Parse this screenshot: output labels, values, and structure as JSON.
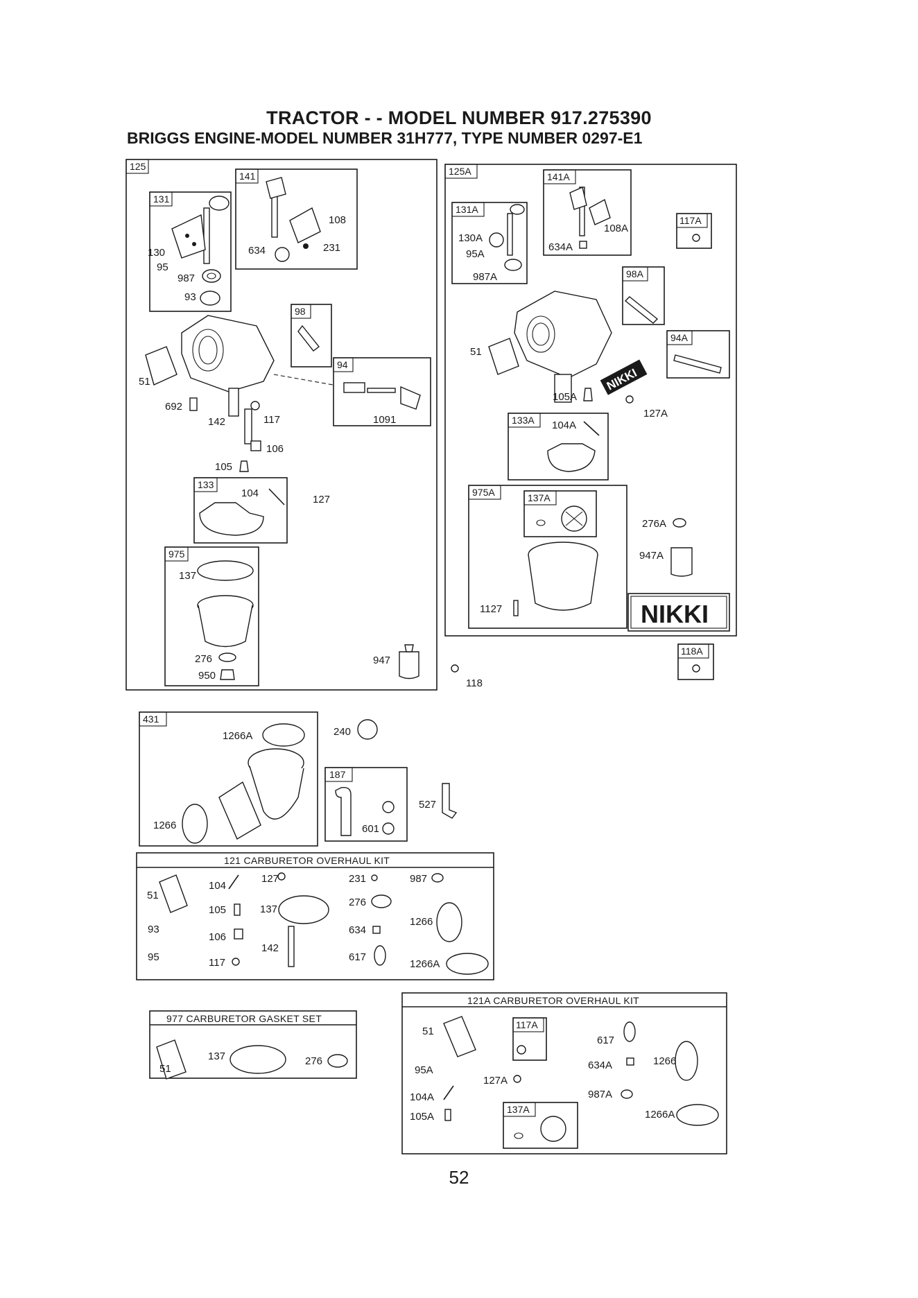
{
  "header": {
    "title": "TRACTOR - - MODEL NUMBER  917.275390",
    "subtitle": "BRIGGS ENGINE-MODEL NUMBER 31H777, TYPE NUMBER 0297-E1"
  },
  "page_number": "52",
  "assemblies": {
    "a125": {
      "tag": "125",
      "sub": {
        "t131": "131",
        "t141": "141",
        "t98": "98",
        "t94": "94",
        "t133": "133",
        "t975": "975"
      },
      "labels": {
        "p130": "130",
        "p95": "95",
        "p987": "987",
        "p93": "93",
        "p634": "634",
        "p108": "108",
        "p231": "231",
        "p51": "51",
        "p692": "692",
        "p142": "142",
        "p117": "117",
        "p106": "106",
        "p105": "105",
        "p1091": "1091",
        "p104": "104",
        "p127": "127",
        "p137": "137",
        "p276": "276",
        "p950": "950",
        "p947": "947"
      }
    },
    "a125A": {
      "tag": "125A",
      "sub": {
        "t131A": "131A",
        "t141A": "141A",
        "t117A": "117A",
        "t98A": "98A",
        "t94A": "94A",
        "t133A": "133A",
        "t975A": "975A",
        "t137A": "137A"
      },
      "labels": {
        "p130A": "130A",
        "p95A": "95A",
        "p987A": "987A",
        "p108A": "108A",
        "p634A": "634A",
        "p51": "51",
        "p105A": "105A",
        "p127A": "127A",
        "p104A": "104A",
        "p276A": "276A",
        "p947A": "947A",
        "p1127": "1127"
      },
      "stamp": "NIKKI",
      "brand": "NIKKI"
    },
    "a118A": {
      "tag": "118A"
    },
    "p118": "118",
    "a431": {
      "tag": "431",
      "labels": {
        "p1266A": "1266A",
        "p1266": "1266"
      }
    },
    "p240": "240",
    "a187": {
      "tag": "187",
      "labels": {
        "p601": "601"
      }
    },
    "p527": "527"
  },
  "kits": {
    "kit121": {
      "title": "121 CARBURETOR OVERHAUL KIT",
      "labels": {
        "p51": "51",
        "p93": "93",
        "p95": "95",
        "p104": "104",
        "p105": "105",
        "p106": "106",
        "p117": "117",
        "p127": "127",
        "p137": "137",
        "p142": "142",
        "p231": "231",
        "p276": "276",
        "p634": "634",
        "p617": "617",
        "p987": "987",
        "p1266": "1266",
        "p1266A": "1266A"
      }
    },
    "kit977": {
      "title": "977 CARBURETOR GASKET SET",
      "labels": {
        "p51": "51",
        "p137": "137",
        "p276": "276"
      }
    },
    "kit121A": {
      "title": "121A CARBURETOR OVERHAUL KIT",
      "tag117A": "117A",
      "tag137A": "137A",
      "labels": {
        "p51": "51",
        "p95A": "95A",
        "p104A": "104A",
        "p105A": "105A",
        "p127A": "127A",
        "p617": "617",
        "p634A": "634A",
        "p987A": "987A",
        "p1266": "1266",
        "p1266A": "1266A"
      }
    }
  }
}
